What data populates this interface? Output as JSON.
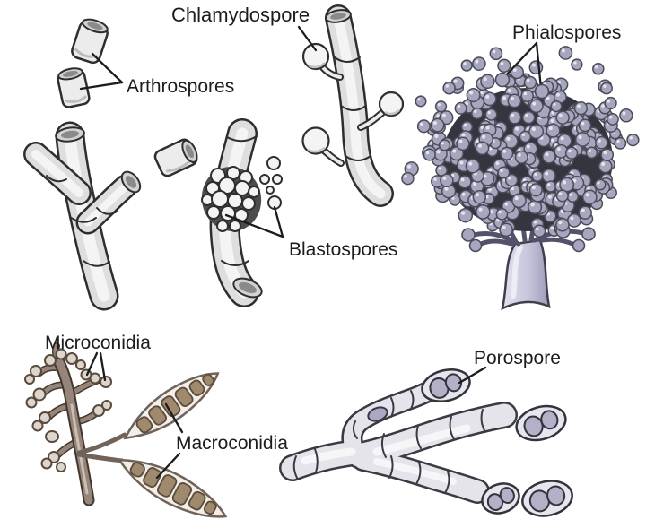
{
  "labels": {
    "chlamydospore": "Chlamydospore",
    "arthrospores": "Arthrospores",
    "phialospores": "Phialospores",
    "blastospores": "Blastospores",
    "microconidia": "Microconidia",
    "macroconidia": "Macroconidia",
    "porospore": "Porospore"
  },
  "colors": {
    "background": "#ffffff",
    "label_text": "#1c1c1c",
    "leader_line": "#1c1c1c",
    "hypha_outline": "#2e2e2e",
    "hypha_fill": "#dedede",
    "phialospore_fill": "#a6a6bf",
    "phialospore_stroke": "#4b4b58",
    "phialospore_core_shadow": "#35353f",
    "stalk_light": "#e2e2f0",
    "stalk_dark": "#9b9bb8",
    "conidia_stem": "#96857a",
    "conidia_stem_outline": "#43362c",
    "macroconidia_segment": "#a08a6d",
    "microconidia_bud": "#ddd6cd",
    "porospore_inner": "#b3b0c8"
  }
}
